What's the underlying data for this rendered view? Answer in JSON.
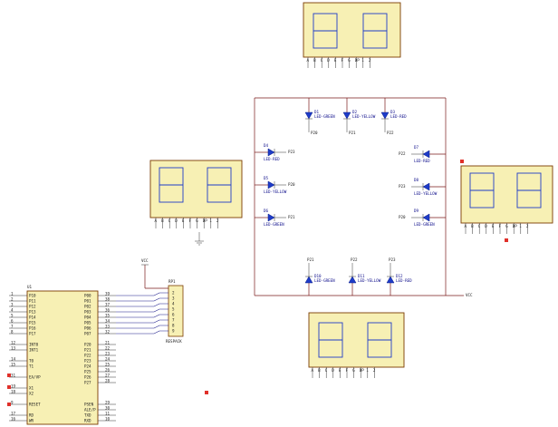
{
  "mcu": {
    "ref": "U1",
    "left_pins": [
      "P10",
      "P11",
      "P12",
      "P13",
      "P14",
      "P15",
      "P16",
      "P17",
      "",
      "INT0",
      "INT1",
      "",
      "T0",
      "T1",
      "",
      "EA/VP",
      "",
      "X1",
      "X2",
      "",
      "RESET",
      "",
      "RD",
      "WR"
    ],
    "left_nums": [
      "1",
      "2",
      "3",
      "4",
      "5",
      "6",
      "7",
      "8",
      "",
      "12",
      "13",
      "",
      "14",
      "15",
      "",
      "31",
      "",
      "19",
      "18",
      "",
      "9",
      "",
      "17",
      "16"
    ],
    "right_pins": [
      "P00",
      "P01",
      "P02",
      "P03",
      "P04",
      "P05",
      "P06",
      "P07",
      "",
      "P20",
      "P21",
      "P22",
      "P23",
      "P24",
      "P25",
      "P26",
      "P27",
      "",
      "",
      "",
      "PSEN",
      "ALE/P",
      "TXD",
      "RXD"
    ],
    "right_nums": [
      "39",
      "38",
      "37",
      "36",
      "35",
      "34",
      "33",
      "32",
      "",
      "21",
      "22",
      "23",
      "24",
      "25",
      "26",
      "27",
      "28",
      "",
      "",
      "",
      "29",
      "30",
      "11",
      "10"
    ]
  },
  "resistor_pack": {
    "ref": "RP1",
    "value": "RESPACK"
  },
  "vcc": "VCC",
  "display_pins": [
    "A",
    "B",
    "C",
    "D",
    "E",
    "F",
    "G",
    "DP",
    "1",
    "2"
  ],
  "leds": [
    {
      "ref": "D1",
      "value": "LED-GREEN"
    },
    {
      "ref": "D2",
      "value": "LED-YELLOW"
    },
    {
      "ref": "D3",
      "value": "LED-RED"
    },
    {
      "ref": "D4",
      "value": "LED-RED"
    },
    {
      "ref": "D5",
      "value": "LED-YELLOW"
    },
    {
      "ref": "D6",
      "value": "LED-GREEN"
    },
    {
      "ref": "D7",
      "value": "LED-RED"
    },
    {
      "ref": "D8",
      "value": "LED-YELLOW"
    },
    {
      "ref": "D9",
      "value": "LED-GREEN"
    },
    {
      "ref": "D10",
      "value": "LED-GREEN"
    },
    {
      "ref": "D11",
      "value": "LED-YELLOW"
    },
    {
      "ref": "D12",
      "value": "LED-RED"
    }
  ],
  "net_labels": [
    "P10",
    "P11",
    "P12",
    "P13",
    "P14",
    "P15",
    "P16",
    "P17",
    "P20",
    "P21",
    "P22",
    "P23"
  ]
}
